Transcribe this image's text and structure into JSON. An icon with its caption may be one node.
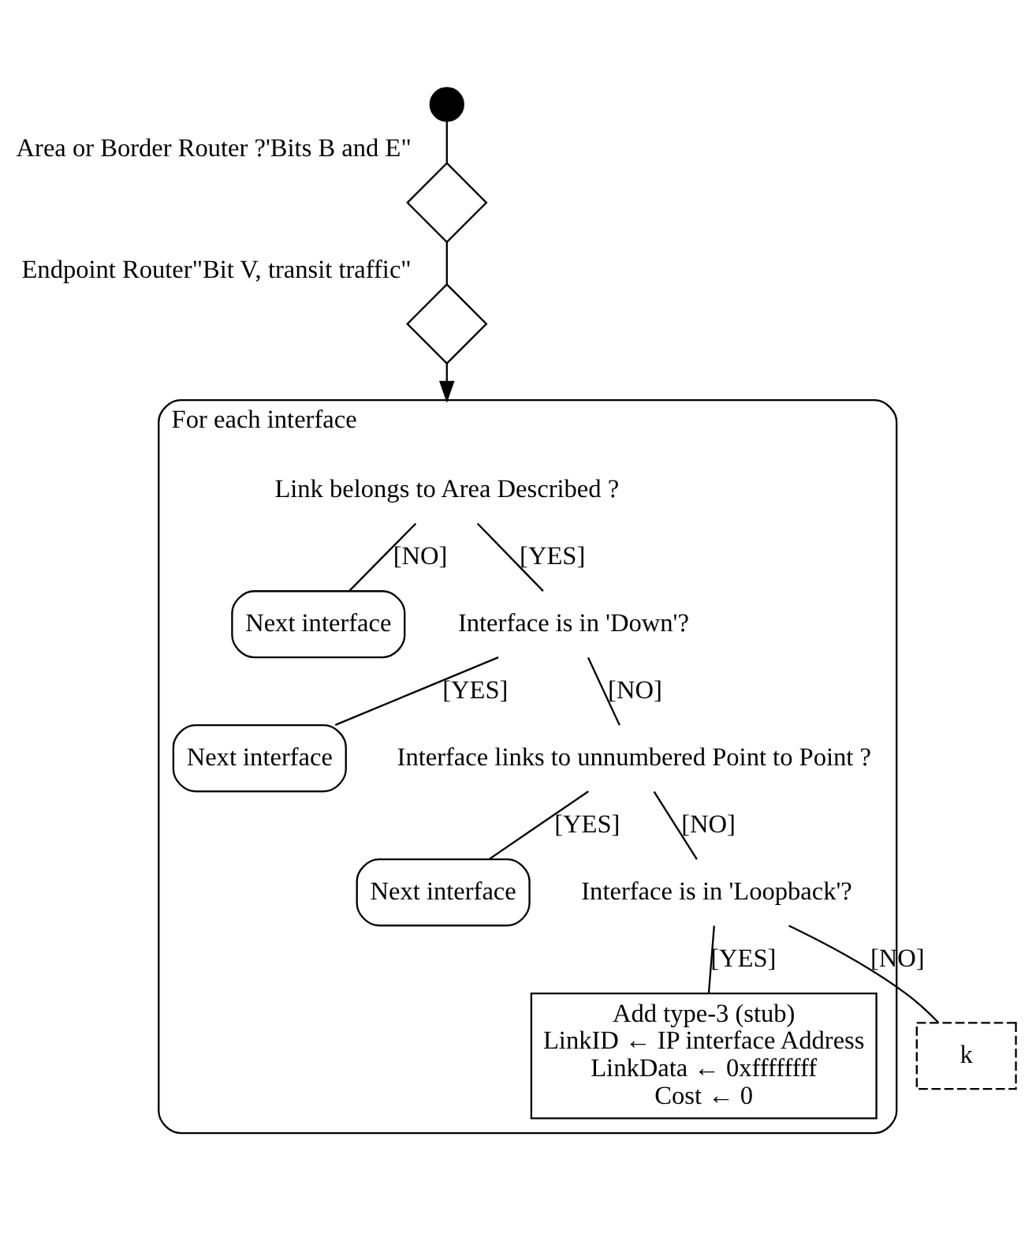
{
  "diagram": {
    "nodes": [
      {
        "text": [],
        "shape": "circle"
      },
      {
        "text": [],
        "shape": "diamond",
        "beside": [
          "Area or Border Router ?'Bits B and E\""
        ]
      },
      {
        "text": [],
        "shape": "diamond",
        "beside": [
          "Endpoint Router\"Bit V, transit traffic\""
        ]
      },
      {
        "text": [
          "For each interface"
        ]
      },
      {
        "text": [
          "Link belongs to Area Described ?"
        ],
        "in": 3
      },
      {
        "text": [
          "Next interface"
        ],
        "in": 3
      },
      {
        "text": [
          "Interface is in 'Down'?"
        ],
        "in": 3
      },
      {
        "text": [
          "Next interface"
        ],
        "in": 3
      },
      {
        "text": [
          "Interface links to unnumbered Point to Point ?"
        ],
        "in": 3
      },
      {
        "text": [
          "Next interface"
        ],
        "in": 3
      },
      {
        "text": [
          "Interface is in 'Loopback'?"
        ],
        "in": 3
      },
      {
        "text": [
          "Add type-3 (stub)",
          "LinkID ← IP interface Address",
          "LinkData ← 0xffffffff",
          "Cost ← 0"
        ],
        "in": 3
      },
      {
        "text": [
          "k"
        ]
      }
    ],
    "edges": [
      {
        "from": 0,
        "to": 1,
        "arrow": "none"
      },
      {
        "from": 1,
        "to": 2,
        "arrow": "none"
      },
      {
        "from": 2,
        "to": 3,
        "arrow": "to"
      },
      {
        "from": 4,
        "to": 5,
        "arrow": "none",
        "label": "[NO]"
      },
      {
        "from": 4,
        "to": 6,
        "arrow": "none",
        "label": "[YES]"
      },
      {
        "from": 6,
        "to": 7,
        "arrow": "none",
        "label": "[YES]"
      },
      {
        "from": 6,
        "to": 8,
        "arrow": "none",
        "label": "[NO]"
      },
      {
        "from": 8,
        "to": 9,
        "arrow": "none",
        "label": "[YES]"
      },
      {
        "from": 8,
        "to": 10,
        "arrow": "none",
        "label": "[NO]"
      },
      {
        "from": 10,
        "to": 11,
        "arrow": "none",
        "label": "[YES]"
      },
      {
        "from": 10,
        "to": 12,
        "arrow": "none",
        "label": "[NO]"
      }
    ]
  }
}
